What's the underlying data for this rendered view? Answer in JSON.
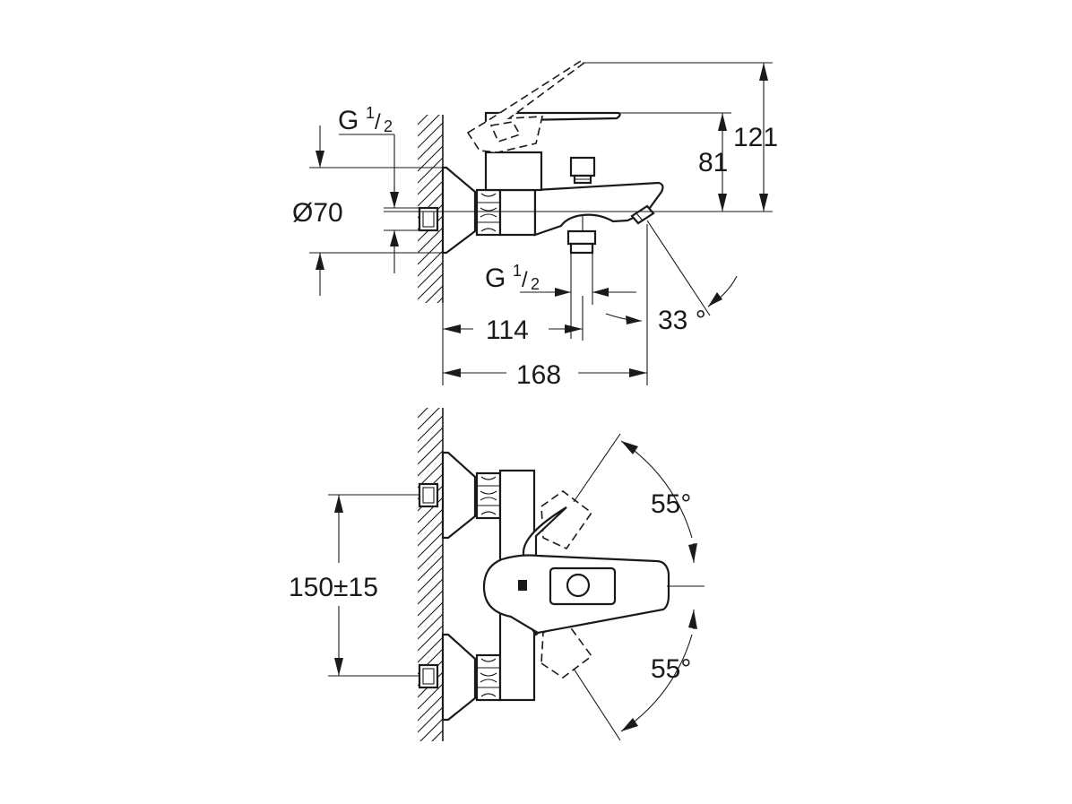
{
  "side_view": {
    "inlet_thread_label": "G",
    "inlet_thread_fraction_num": "1",
    "inlet_thread_fraction_den": "2",
    "outlet_thread_label": "G",
    "outlet_thread_fraction_num": "1",
    "outlet_thread_fraction_den": "2",
    "escutcheon_diameter": "Ø70",
    "dim_lever_height": "121",
    "dim_body_height": "81",
    "dim_outlet_projection": "114",
    "dim_spout_projection": "168",
    "spout_angle": "33 °"
  },
  "top_view": {
    "dim_centres": "150±15",
    "lever_angle_up": "55°",
    "lever_angle_down": "55°"
  }
}
